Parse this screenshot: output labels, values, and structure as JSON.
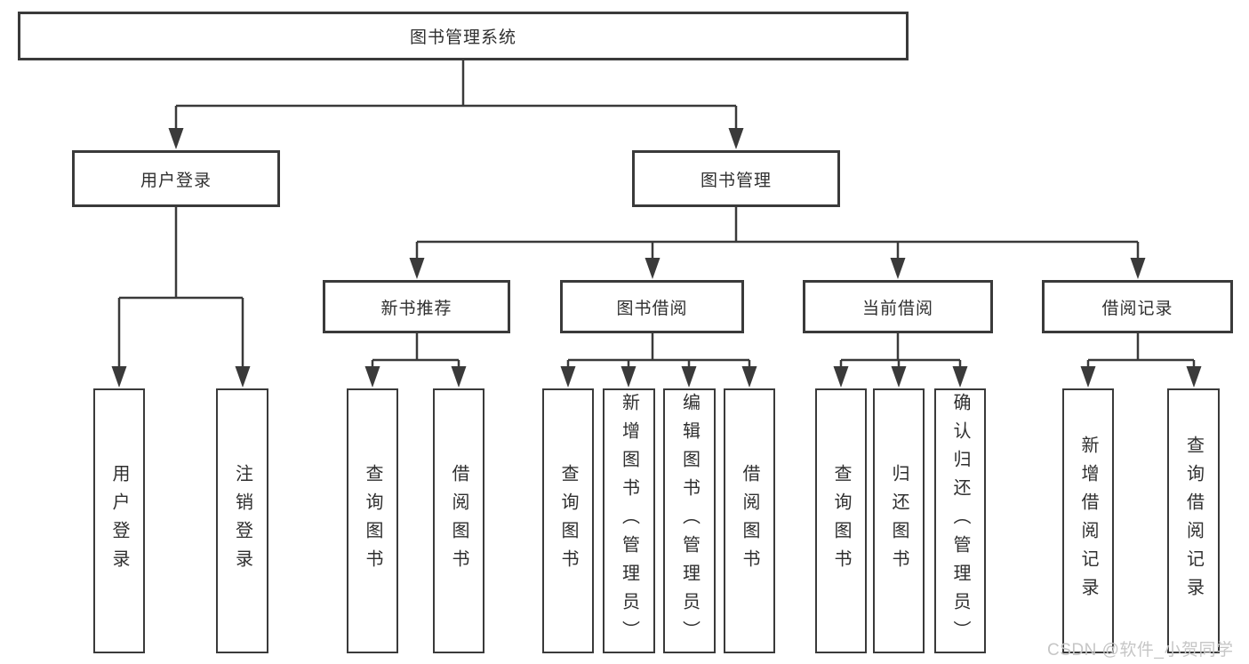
{
  "diagram": {
    "nodes": {
      "root": "图书管理系统",
      "user_login": "用户登录",
      "book_mgmt": "图书管理",
      "new_books": "新书推荐",
      "book_borrow": "图书借阅",
      "current_borrow": "当前借阅",
      "borrow_records": "借阅记录",
      "leaf_user_login": "用户登录",
      "leaf_logout": "注销登录",
      "leaf_nb_query": "查询图书",
      "leaf_nb_borrow": "借阅图书",
      "leaf_bb_query": "查询图书",
      "leaf_bb_add": "新增图书（管理员）",
      "leaf_bb_edit": "编辑图书（管理员）",
      "leaf_bb_borrow": "借阅图书",
      "leaf_cb_query": "查询图书",
      "leaf_cb_return": "归还图书",
      "leaf_cb_confirm": "确认归还（管理员）",
      "leaf_br_add": "新增借阅记录",
      "leaf_br_query": "查询借阅记录"
    },
    "edges": [
      "root->user_login",
      "root->book_mgmt",
      "user_login->leaf_user_login",
      "user_login->leaf_logout",
      "book_mgmt->new_books",
      "book_mgmt->book_borrow",
      "book_mgmt->current_borrow",
      "book_mgmt->borrow_records",
      "new_books->leaf_nb_query",
      "new_books->leaf_nb_borrow",
      "book_borrow->leaf_bb_query",
      "book_borrow->leaf_bb_add",
      "book_borrow->leaf_bb_edit",
      "book_borrow->leaf_bb_borrow",
      "current_borrow->leaf_cb_query",
      "current_borrow->leaf_cb_return",
      "current_borrow->leaf_cb_confirm",
      "borrow_records->leaf_br_add",
      "borrow_records->leaf_br_query"
    ]
  },
  "watermark": "CSDN @软件_小贺同学",
  "colors": {
    "line": "#3a3a3a",
    "border": "#3a3a3a",
    "text": "#2f2f2f",
    "watermark": "#c6c6c6",
    "background": "#ffffff"
  }
}
